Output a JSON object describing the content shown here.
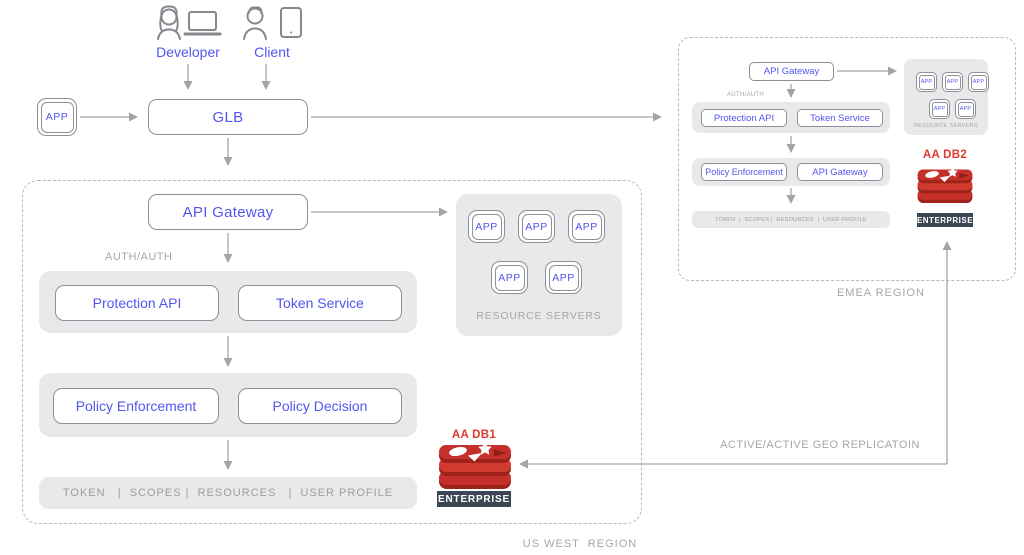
{
  "shared": {
    "app_label": "APP",
    "resource_servers_label": "RESOURCE SERVERS",
    "auth_label": "AUTH/AUTH",
    "enterprise_badge": "ENTERPRISE"
  },
  "top": {
    "developer": "Developer",
    "client": "Client",
    "app": "APP",
    "glb": "GLB"
  },
  "us_west": {
    "region": "US WEST  REGION",
    "api_gateway": "API Gateway",
    "protection_api": "Protection API",
    "token_service": "Token Service",
    "policy_enforcement": "Policy Enforcement",
    "policy_decision": "Policy Decision",
    "token_bar": "TOKEN   |  SCOPES |  RESOURCES   |  USER PROFILE",
    "db_name": "AA DB1"
  },
  "emea": {
    "region": "EMEA REGION",
    "api_gateway": "API Gateway",
    "protection_api": "Protection API",
    "token_service": "Token Service",
    "policy_enforcement": "Policy Enforcement",
    "api_gateway_2": "API Gateway",
    "token_bar": "TOKEN  |  SCOPES |  RESOURCES  |  USER PROFILE",
    "db_name": "AA DB2"
  },
  "replication_label": "ACTIVE/ACTIVE GEO REPLICATOIN",
  "colors": {
    "accent_blue": "#5356ee",
    "red_label": "#e0382d",
    "redis_red": "#c6302b",
    "badge_bg": "#3c4654",
    "gray_container": "#e9e9eb",
    "gray_text": "#a6a6aa",
    "arrow": "#a3a3a8"
  }
}
